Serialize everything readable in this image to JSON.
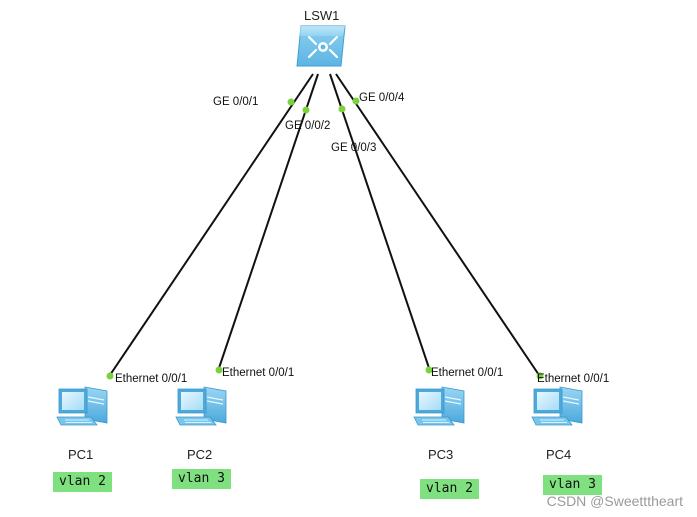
{
  "switch": {
    "name": "LSW1"
  },
  "links": [
    {
      "switch_port": "GE 0/0/1",
      "pc_port": "Ethernet 0/0/1",
      "pc": "PC1"
    },
    {
      "switch_port": "GE 0/0/2",
      "pc_port": "Ethernet 0/0/1",
      "pc": "PC2"
    },
    {
      "switch_port": "GE 0/0/3",
      "pc_port": "Ethernet 0/0/1",
      "pc": "PC3"
    },
    {
      "switch_port": "GE 0/0/4",
      "pc_port": "Ethernet 0/0/1",
      "pc": "PC4"
    }
  ],
  "pcs": [
    {
      "name": "PC1",
      "vlan": "vlan 2"
    },
    {
      "name": "PC2",
      "vlan": "vlan 3"
    },
    {
      "name": "PC3",
      "vlan": "vlan 2"
    },
    {
      "name": "PC4",
      "vlan": "vlan 3"
    }
  ],
  "watermark": "CSDN @Sweetttheart",
  "colors": {
    "link": "#111111",
    "port_dot": "#7bd23c",
    "vlan_tag": "#7fe07f",
    "switch_body": "#9ad8f4",
    "pc_body": "#6cc4ee"
  }
}
